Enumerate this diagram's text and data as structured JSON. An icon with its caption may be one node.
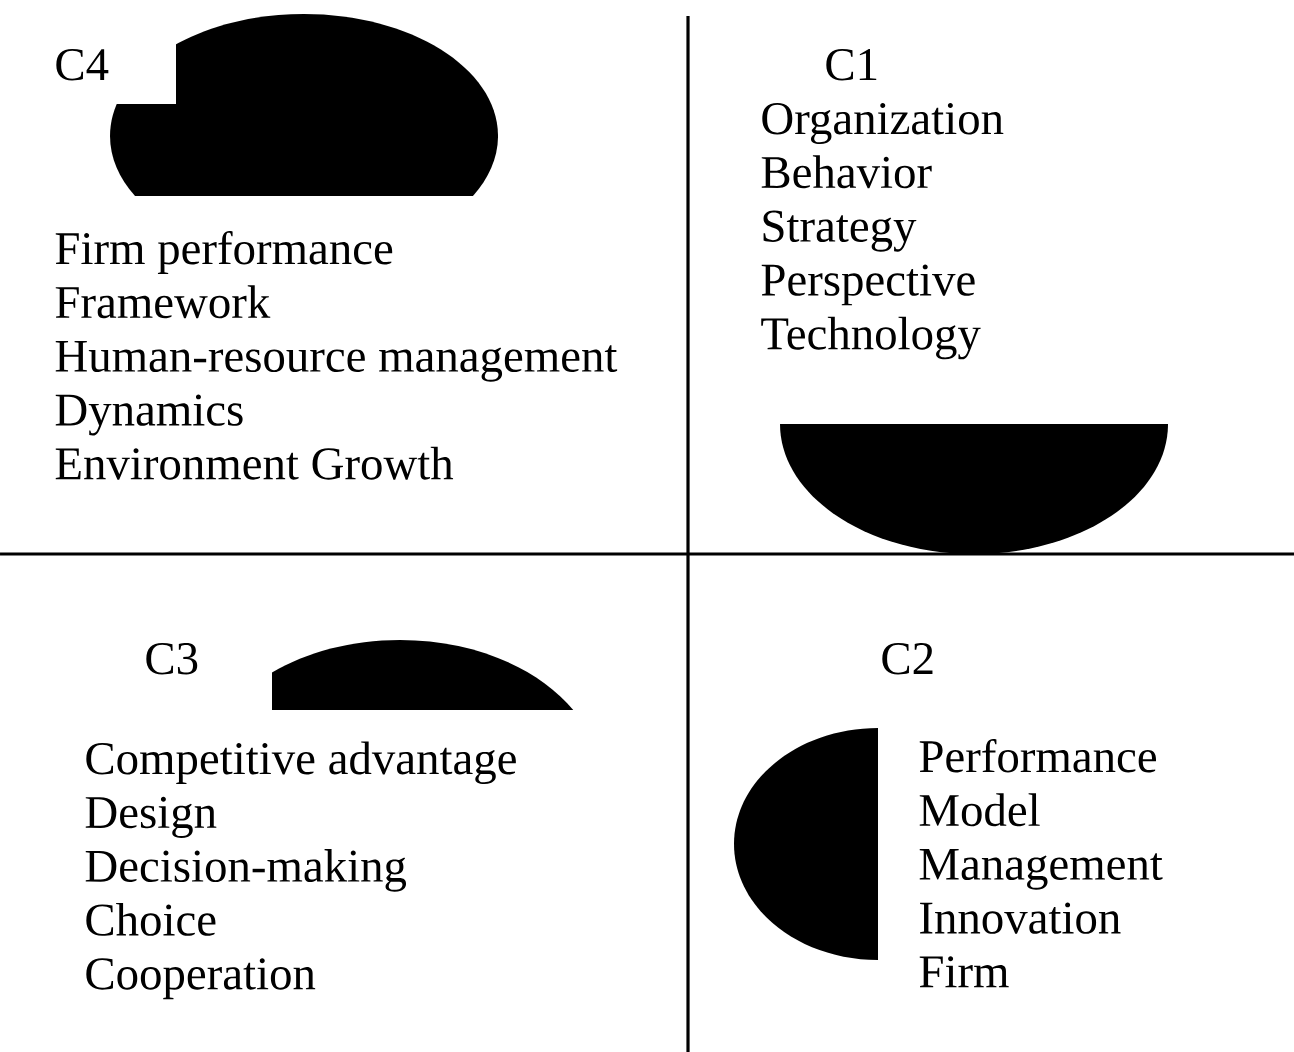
{
  "diagram": {
    "nodes": [
      {
        "text": [],
        "shape": "semicircle"
      },
      {
        "text": [],
        "shape": "semicircle"
      },
      {
        "text": [],
        "shape": "semicircle"
      },
      {
        "text": [],
        "shape": "semicircle"
      }
    ],
    "labels": [
      "C4",
      "Firm performance",
      "Framework",
      "Human-resource management",
      "Dynamics",
      "Environment Growth",
      "C1",
      "Organization",
      "Behavior",
      "Strategy",
      "Perspective",
      "Technology",
      "C3",
      "Competitive advantage",
      "Design",
      "Decision-making",
      "Choice",
      "Cooperation",
      "C2",
      "Performance",
      "Model",
      "Management",
      "Innovation",
      "Firm"
    ]
  }
}
